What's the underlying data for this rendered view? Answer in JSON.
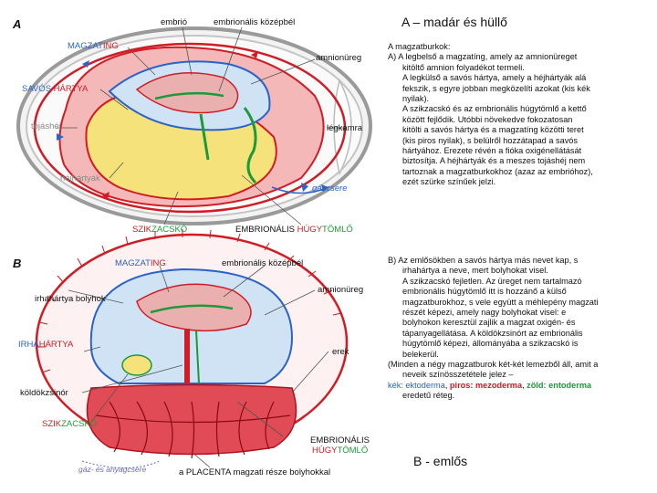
{
  "panel_a": {
    "letter": "A",
    "labels": {
      "embrio": "embrió",
      "embr_kozepbel": "embrionális középbél",
      "magzating_1": "MAGZAT",
      "magzating_2": "ING",
      "amnionureg": "amnionüreg",
      "savos_1": "SAVÓS ",
      "savos_2": "HÁRTYA",
      "tojashej": "tojáshéj",
      "legkamra": "légkamra",
      "hejhartyak": "héjhártyák",
      "gazcsere": "gázcsere",
      "szikzacsko_1": "SZIK",
      "szikzacsko_2": "ZACSKÓ",
      "hugytomlo_1": "EMBRIONÁLIS ",
      "hugytomlo_2": "HÚGY",
      "hugytomlo_3": "TÖMLŐ"
    }
  },
  "panel_b": {
    "letter": "B",
    "labels": {
      "magzating_1": "MAGZAT",
      "magzating_2": "ING",
      "embr_kozepbel": "embrionális középbél",
      "irhahartya_bolyhok": "irhahártya bolyhok",
      "amnionureg": "amnionüreg",
      "irhahartya_1": "IRHA",
      "irhahartya_2": "HÁRTYA",
      "erek": "erek",
      "koldokzsinor": "köldökzsinór",
      "szikzacsko_1": "SZIK",
      "szikzacsko_2": "ZACSKÓ",
      "embrionalis": "EMBRIONÁLIS",
      "hugytomlo_1": "HÚGY",
      "hugytomlo_2": "TÖMLŐ",
      "gaz_anyagcsere": "gáz- és anyagcsere",
      "placenta": "a PLACENTA magzati része bolyhokkal"
    }
  },
  "text_right": {
    "title_top": "A – madár és hüllő",
    "intro": "A magzatburkok:",
    "a_lines": [
      "A)  A legbelső a magzatíng, amely az amnionüreget",
      "kitöltő amnion folyadékot termeli.",
      "A legkülső a savós hártya, amely a héjhártyák alá",
      "fekszik, s egyre jobban megközelíti azokat (kis kék",
      "nyilak).",
      "A szikzacskó és az embrionális húgytömlő a kettő",
      "között fejlődik. Utóbbi növekedve fokozatosan",
      "kitölti a savós hártya és a magzatíng közötti teret",
      "(kis piros nyilak), s belülről hozzátapad a savós",
      "hártyához. Erezete révén a fióka oxigénellátását",
      "biztosítja. A héjhártyák és a meszes tojáshéj nem",
      "tartoznak a magzatburkokhoz (azaz az embrióhoz),",
      "ezét szürke színűek jelzi."
    ],
    "b_lines": [
      "B)  Az emlősökben a savós hártya más nevet kap, s",
      "irhahártya a neve, mert bolyhokat visel.",
      "A szikzacskó fejletlen. Az üreget nem tartalmazó",
      "embrionális húgytömlő itt is hozzánő a külső",
      "magzatburokhoz, s vele együtt a méhlepény magzati",
      "részét képezi, amely nagy bolyhokat visel: e",
      "bolyhokon keresztül zajlik a magzat oxigén- és",
      "tápanyagellátása. A köldökzsinórt az embrionális",
      "húgytömlő képezi, állományába a szikzacskó is",
      "belekerül.",
      "(Minden a négy magzatburok két-két lemezből áll, amit a",
      "neveik színösszetétele jelez –"
    ],
    "legend": {
      "blue": "kék: ektoderma",
      "sep1": ", ",
      "red": "piros: mezoderma",
      "sep2": ", ",
      "green": "zöld: entoderma",
      "end": "eredetű réteg."
    },
    "title_bottom": "B - emlős"
  },
  "colors": {
    "blue": "#2a63c9",
    "red": "#d01c24",
    "green": "#1c9a3a",
    "gray": "#8a8a8a"
  }
}
